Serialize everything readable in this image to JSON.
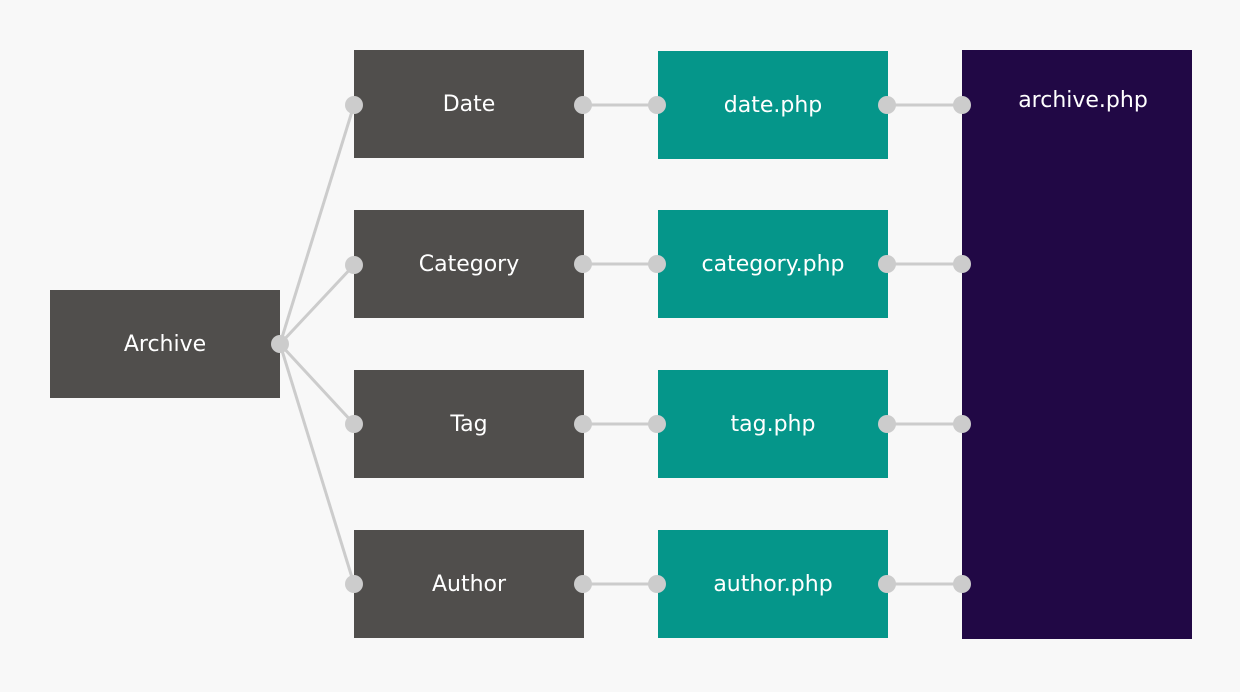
{
  "nodes": {
    "archive": "Archive",
    "date": "Date",
    "category": "Category",
    "tag": "Tag",
    "author": "Author",
    "date_php": "date.php",
    "category_php": "category.php",
    "tag_php": "tag.php",
    "author_php": "author.php",
    "archive_php": "archive.php"
  },
  "colors": {
    "background": "#f8f8f8",
    "type_box": "#504e4c",
    "template_box": "#05968a",
    "fallback_box": "#210845",
    "connector": "#cccccc",
    "text": "#ffffff"
  },
  "edges": [
    [
      "archive",
      "date"
    ],
    [
      "archive",
      "category"
    ],
    [
      "archive",
      "tag"
    ],
    [
      "archive",
      "author"
    ],
    [
      "date",
      "date_php"
    ],
    [
      "category",
      "category_php"
    ],
    [
      "tag",
      "tag_php"
    ],
    [
      "author",
      "author_php"
    ],
    [
      "date_php",
      "archive_php"
    ],
    [
      "category_php",
      "archive_php"
    ],
    [
      "tag_php",
      "archive_php"
    ],
    [
      "author_php",
      "archive_php"
    ]
  ]
}
